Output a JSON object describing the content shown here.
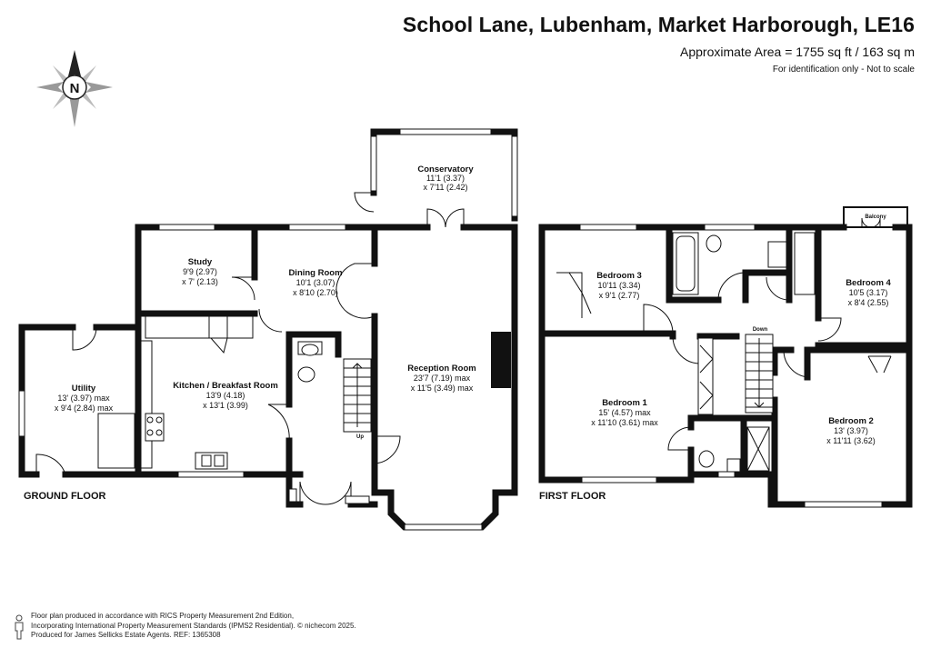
{
  "header": {
    "title": "School Lane, Lubenham, Market Harborough, LE16",
    "area": "Approximate Area = 1755 sq ft / 163 sq m",
    "note": "For identification only - Not to scale"
  },
  "compass": {
    "label": "N"
  },
  "ground_floor": {
    "label": "GROUND FLOOR",
    "rooms": {
      "conservatory": {
        "name": "Conservatory",
        "dim1": "11'1 (3.37)",
        "dim2": "x 7'11 (2.42)"
      },
      "study": {
        "name": "Study",
        "dim1": "9'9 (2.97)",
        "dim2": "x 7' (2.13)"
      },
      "dining": {
        "name": "Dining Room",
        "dim1": "10'1 (3.07)",
        "dim2": "x 8'10 (2.70)"
      },
      "utility": {
        "name": "Utility",
        "dim1": "13' (3.97) max",
        "dim2": "x 9'4 (2.84) max"
      },
      "kitchen": {
        "name": "Kitchen  / Breakfast Room",
        "dim1": "13'9 (4.18)",
        "dim2": "x 13'1 (3.99)"
      },
      "reception": {
        "name": "Reception Room",
        "dim1": "23'7 (7.19) max",
        "dim2": "x 11'5 (3.49) max"
      }
    },
    "stairs_label": "Up"
  },
  "first_floor": {
    "label": "FIRST FLOOR",
    "rooms": {
      "balcony": {
        "name": "Balcony"
      },
      "bedroom3": {
        "name": "Bedroom 3",
        "dim1": "10'11 (3.34)",
        "dim2": "x 9'1 (2.77)"
      },
      "bedroom4": {
        "name": "Bedroom 4",
        "dim1": "10'5 (3.17)",
        "dim2": "x 8'4 (2.55)"
      },
      "bedroom1": {
        "name": "Bedroom 1",
        "dim1": "15' (4.57) max",
        "dim2": "x 11'10 (3.61) max"
      },
      "bedroom2": {
        "name": "Bedroom 2",
        "dim1": "13' (3.97)",
        "dim2": "x 11'11 (3.62)"
      }
    },
    "stairs_label": "Down"
  },
  "footer": {
    "line1": "Floor plan produced in accordance with RICS Property Measurement 2nd Edition,",
    "line2": "Incorporating International Property Measurement Standards (IPMS2 Residential).  © nichecom 2025.",
    "line3": "Produced for James Sellicks Estate Agents.   REF:  1365308"
  }
}
